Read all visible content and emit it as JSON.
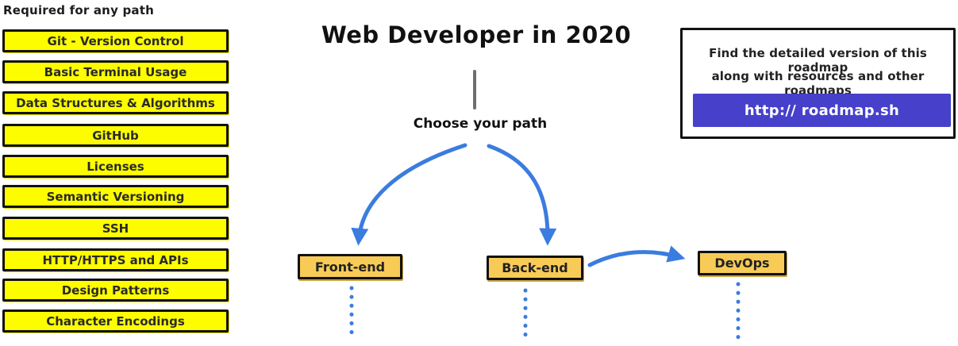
{
  "header": {
    "required_label": "Required for any path"
  },
  "sidebar": {
    "items": [
      "Git - Version Control",
      "Basic Terminal Usage",
      "Data Structures & Algorithms",
      "GitHub",
      "Licenses",
      "Semantic Versioning",
      "SSH",
      "HTTP/HTTPS and APIs",
      "Design Patterns",
      "Character Encodings"
    ]
  },
  "main": {
    "title": "Web Developer in 2020",
    "choose_label": "Choose your path",
    "paths": [
      {
        "label": "Front-end"
      },
      {
        "label": "Back-end"
      },
      {
        "label": "DevOps"
      }
    ]
  },
  "info_box": {
    "line1": "Find the detailed version of this roadmap",
    "line2": "along with resources and other roadmaps",
    "button_label": "http:// roadmap.sh"
  },
  "icons": {
    "arrow_to_frontend": "curved-arrow-icon",
    "arrow_to_backend": "curved-arrow-icon",
    "arrow_backend_to_devops": "curved-arrow-icon",
    "dotted_connector": "dotted-line-icon"
  },
  "colors": {
    "required_node": "#fdfd00",
    "path_node": "#f8cb57",
    "arrow_blue": "#3b7cdf",
    "button_purple": "#4640cb",
    "connector_gray": "#6e6e6e"
  }
}
